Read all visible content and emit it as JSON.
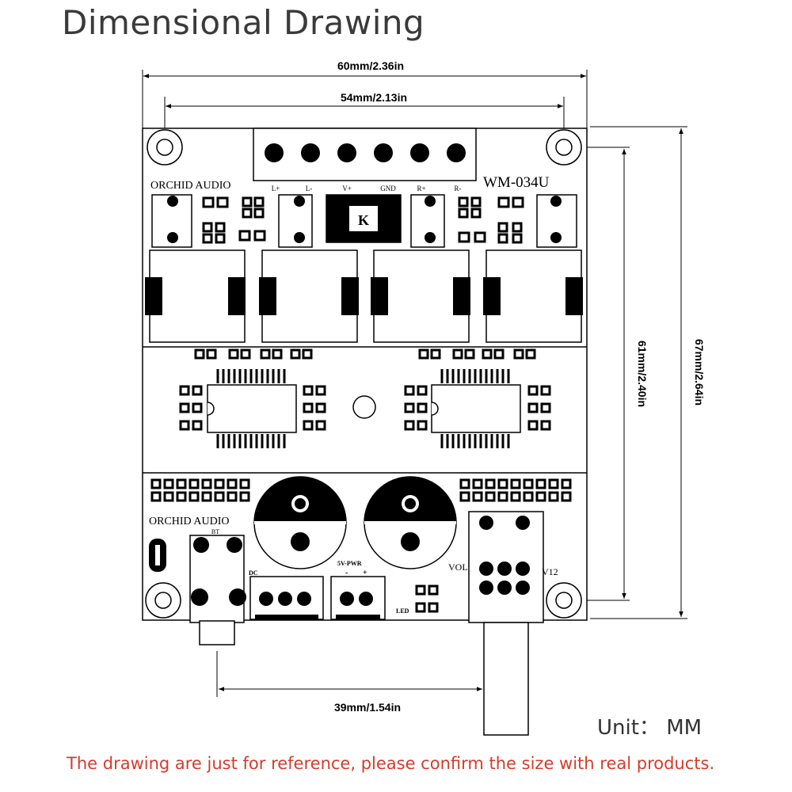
{
  "title": "Dimensional Drawing",
  "dimensions": {
    "overall_width": "60mm/2.36in",
    "hole_spacing_width": "54mm/2.13in",
    "overall_height": "67mm/2.64in",
    "hole_spacing_height": "61mm/2.40in",
    "jack_to_pot": "39mm/1.54in"
  },
  "board": {
    "brand_top": "ORCHID AUDIO",
    "model": "WM-034U",
    "brand_bottom": "ORCHID AUDIO",
    "terminal_labels": [
      "L+",
      "L-",
      "V+",
      "GND",
      "R+",
      "R-"
    ],
    "ic_label": "K",
    "bt_label": "BT",
    "dc_label": "DC",
    "pwr_label": "5V-PWR",
    "pwr_minus": "-",
    "pwr_plus": "+",
    "vol_label": "VOL",
    "v12_label": "V12",
    "led_label": "LED"
  },
  "unit": "Unit： MM",
  "note": "The drawing are just for reference, please confirm the size with real products."
}
